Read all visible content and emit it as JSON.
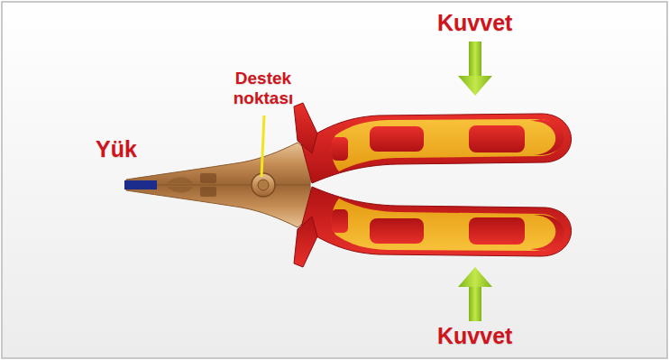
{
  "diagram": {
    "labels": [
      "Kuvvet",
      "Destek noktası",
      "Yük",
      "Kuvvet"
    ]
  }
}
